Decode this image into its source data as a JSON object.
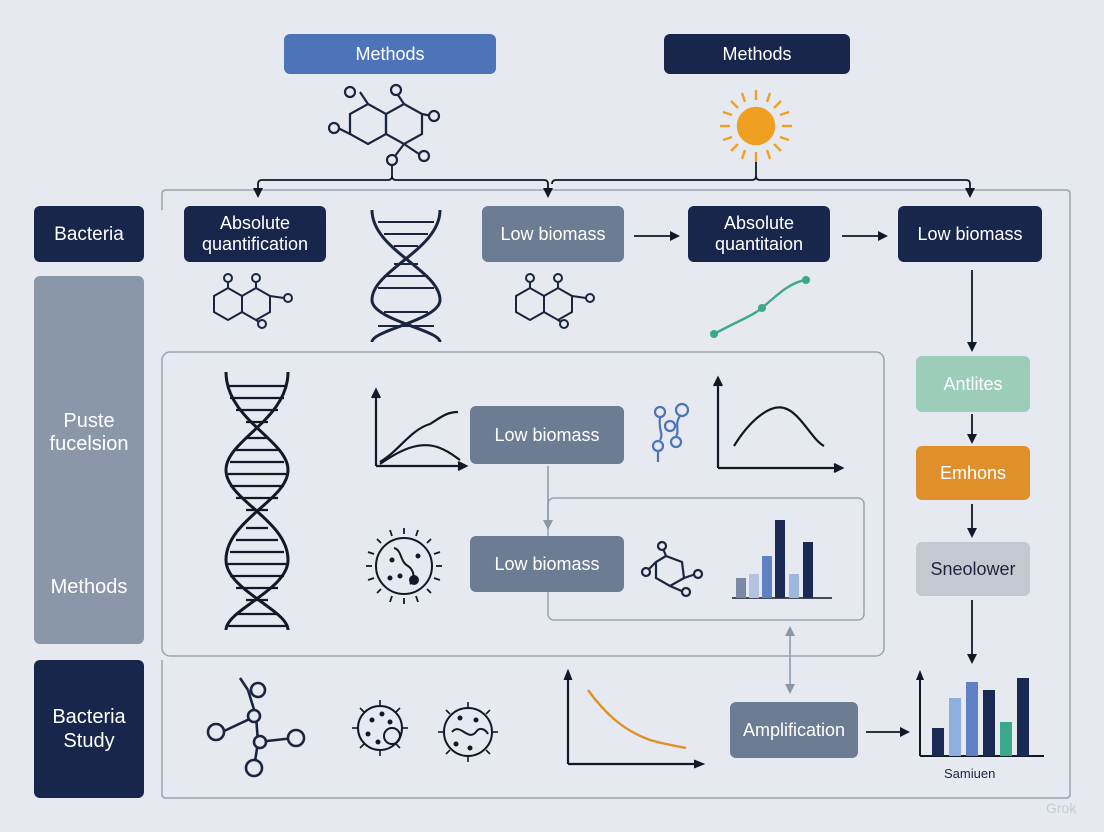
{
  "header": {
    "methods_left": "Methods",
    "methods_right": "Methods"
  },
  "sidebar": {
    "bacteria": "Bacteria",
    "middle_top": "Puste\nfucelsion",
    "middle_bottom": "Methods",
    "bottom": "Bacteria\nStudy"
  },
  "top_row": {
    "absolute_quantification": "Absolute\nquantification",
    "low_biomass_1": "Low biomass",
    "absolute_quantitation": "Absolute\nquantitaion",
    "low_biomass_2": "Low biomass"
  },
  "middle": {
    "low_biomass_a": "Low biomass",
    "low_biomass_b": "Low biomass"
  },
  "right_column": {
    "antlites": "Antlites",
    "emhons": "Emhons",
    "sneolower": "Sneolower"
  },
  "bottom": {
    "amplification": "Amplification",
    "chart_caption": "Samiuen"
  },
  "watermark": "Grok",
  "colors": {
    "navy": "#17264a",
    "blue": "#4d74b8",
    "slate": "#6b7c93",
    "mint": "#9ccdb8",
    "orange": "#e0902a",
    "teal": "#3aa88a",
    "sun": "#f0a020"
  },
  "icons": [
    "molecule-icon",
    "sun-icon",
    "dna-icon",
    "line-chart-icon",
    "bar-chart-icon",
    "bacteria-icon",
    "curve-chart-icon"
  ]
}
